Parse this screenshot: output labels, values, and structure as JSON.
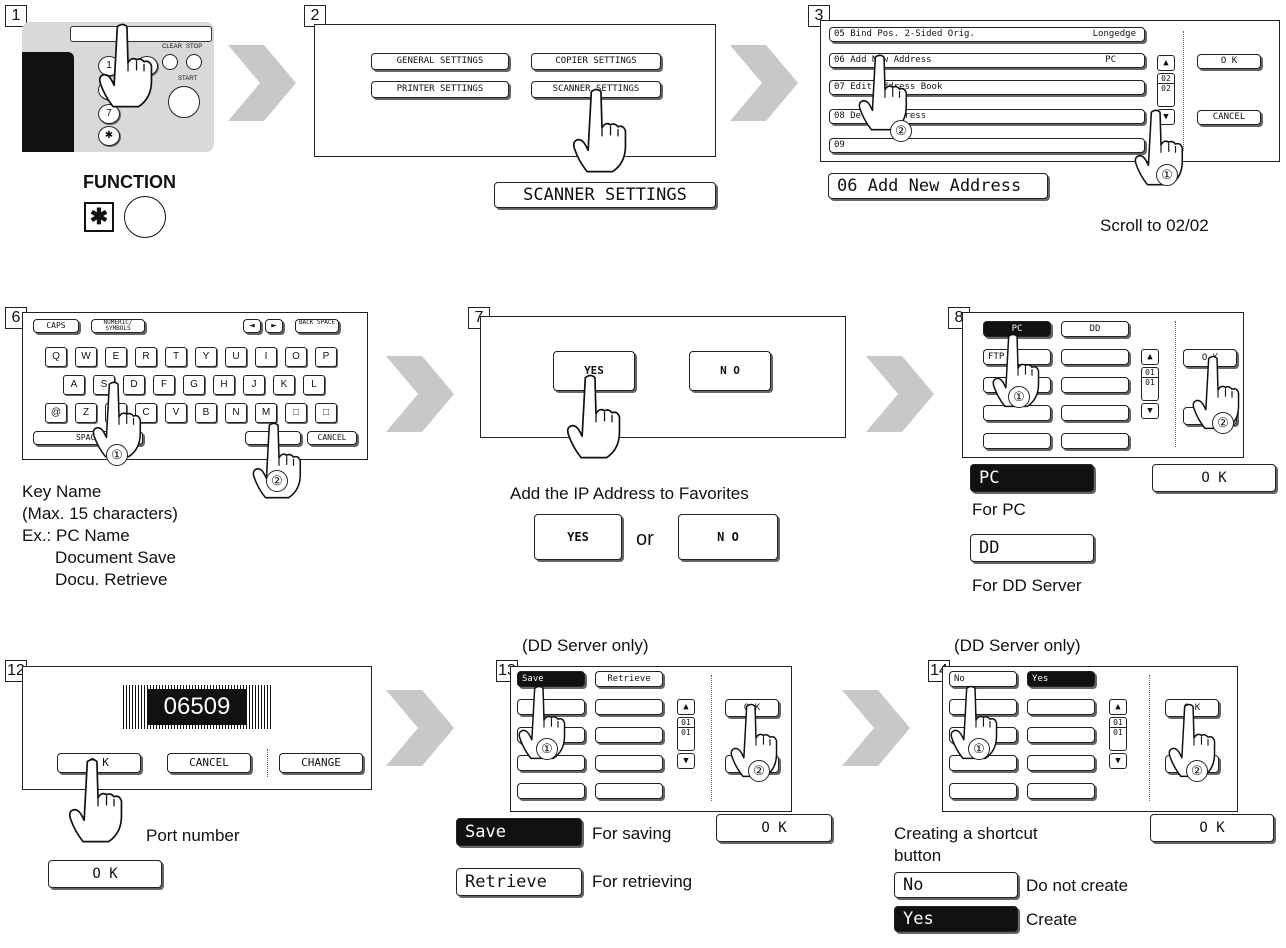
{
  "steps": {
    "s1": {
      "num": "1",
      "caption": "FUNCTION",
      "star_symbol": "✱",
      "panel_labels": {
        "clear": "CLEAR",
        "stop": "STOP",
        "start": "START"
      },
      "keys": [
        "1",
        "7",
        "3",
        "7",
        "✱"
      ]
    },
    "s2": {
      "num": "2",
      "buttons": [
        "GENERAL SETTINGS",
        "COPIER SETTINGS",
        "PRINTER SETTINGS",
        "SCANNER SETTINGS"
      ],
      "callout": "SCANNER SETTINGS"
    },
    "s3": {
      "num": "3",
      "rows": [
        {
          "label": "05  Bind Pos. 2-Sided Orig.",
          "value": "Longedge"
        },
        {
          "label": "06  Add New Address",
          "value": "PC"
        },
        {
          "label": "07  Edit Address Book",
          "value": ""
        },
        {
          "label": "08  Delete Address",
          "value": ""
        },
        {
          "label": "09",
          "value": ""
        }
      ],
      "ok": "O K",
      "cancel": "CANCEL",
      "page_top": "02",
      "page_bottom": "02",
      "callout": "06  Add New Address",
      "caption": "Scroll to 02/02"
    },
    "s6": {
      "num": "6",
      "top_keys": [
        "CAPS",
        "NUMERIC/ SYMBOLS",
        "◄",
        "►",
        "BACK SPACE"
      ],
      "row1": [
        "Q",
        "W",
        "E",
        "R",
        "T",
        "Y",
        "U",
        "I",
        "O",
        "P"
      ],
      "row2": [
        "A",
        "S",
        "D",
        "F",
        "G",
        "H",
        "J",
        "K",
        "L"
      ],
      "row3": [
        "@",
        "Z",
        "X",
        "C",
        "V",
        "B",
        "N",
        "M",
        "□",
        "□"
      ],
      "space": "SPACE",
      "ok": "OK",
      "cancel": "CANCEL",
      "caption_lines": [
        "Key Name",
        "(Max. 15 characters)",
        "Ex.: PC Name",
        "       Document Save",
        "       Docu. Retrieve"
      ]
    },
    "s7": {
      "num": "7",
      "yes": "YES",
      "no": "N O",
      "caption": "Add the IP Address to Favorites",
      "or": "or"
    },
    "s8": {
      "num": "8",
      "pc": "PC",
      "dd": "DD",
      "ftp": "FTP",
      "page_top": "01",
      "page_bottom": "01",
      "ok": "O K",
      "callout_pc": "PC",
      "callout_ok": "O K",
      "for_pc": "For PC",
      "callout_dd": "DD",
      "for_dd": "For DD Server"
    },
    "s12": {
      "num": "12",
      "port_value": "06509",
      "ok": "O K",
      "cancel": "CANCEL",
      "change": "CHANGE",
      "caption": "Port number",
      "callout_ok": "O K"
    },
    "s13": {
      "num": "13",
      "header": "(DD Server only)",
      "save": "Save",
      "retrieve": "Retrieve",
      "page_top": "01",
      "page_bottom": "01",
      "ok": "O K",
      "callout_save": "Save",
      "for_saving": "For saving",
      "callout_ok": "O K",
      "callout_retrieve": "Retrieve",
      "for_retrieving": "For retrieving"
    },
    "s14": {
      "num": "14",
      "header": "(DD Server only)",
      "no": "No",
      "yes": "Yes",
      "page_top": "01",
      "page_bottom": "01",
      "ok": "O K",
      "caption_lines": [
        "Creating a shortcut",
        "button"
      ],
      "callout_ok": "O K",
      "callout_no": "No",
      "do_not_create": "Do not create",
      "callout_yes": "Yes",
      "create": "Create"
    }
  },
  "circled": {
    "one": "①",
    "two": "②"
  },
  "colors": {
    "arrow": "#c8c8c8",
    "dark": "#111111",
    "panel_gray": "#d9d9d9"
  }
}
